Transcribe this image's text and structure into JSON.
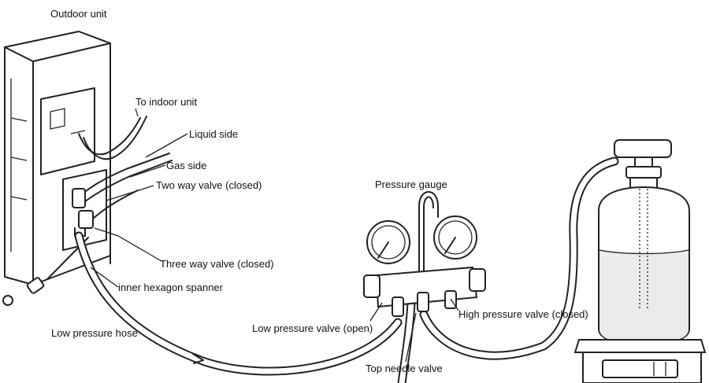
{
  "labels": {
    "outdoor_unit": "Outdoor unit",
    "to_indoor_unit": "To indoor unit",
    "liquid_side": "Liquid side",
    "gas_side": "Gas side",
    "two_way_valve": "Two way valve (closed)",
    "three_way_valve": "Three way valve (closed)",
    "inner_hexagon_spanner": "inner hexagon spanner",
    "low_pressure_hose": "Low pressure hose",
    "pressure_gauge": "Pressure gauge",
    "low_pressure_valve": "Low pressure valve (open)",
    "high_pressure_valve": "High pressure valve (closed)",
    "top_needle_valve": "Top needle valve"
  }
}
